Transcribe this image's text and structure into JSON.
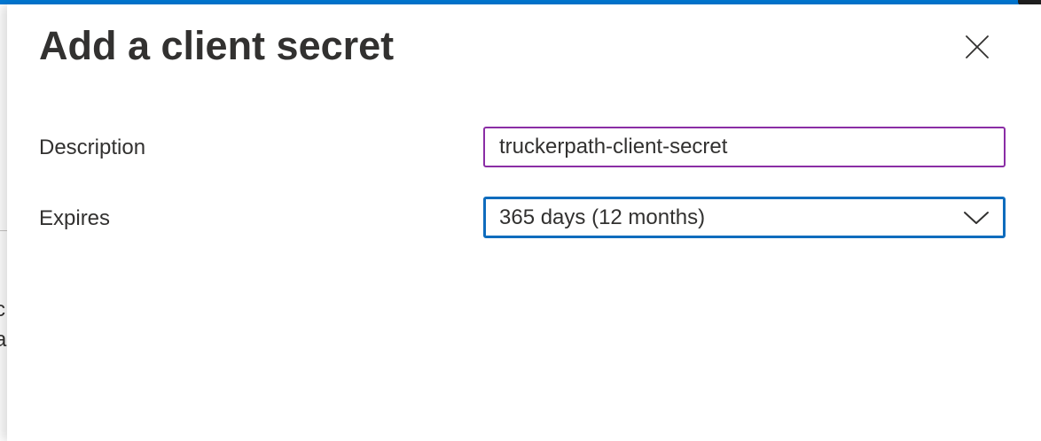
{
  "panel": {
    "title": "Add a client secret",
    "close_icon": "close-icon"
  },
  "form": {
    "description": {
      "label": "Description",
      "value": "truckerpath-client-secret"
    },
    "expires": {
      "label": "Expires",
      "selected": "365 days (12 months)",
      "icon": "chevron-down-icon"
    }
  },
  "background": {
    "partial_glyphs": [
      "c",
      "a"
    ]
  },
  "colors": {
    "accent_top_bar": "#0078d4",
    "input_border": "#8a2da5",
    "dropdown_focus_border": "#0f6cbd",
    "text": "#323130"
  }
}
